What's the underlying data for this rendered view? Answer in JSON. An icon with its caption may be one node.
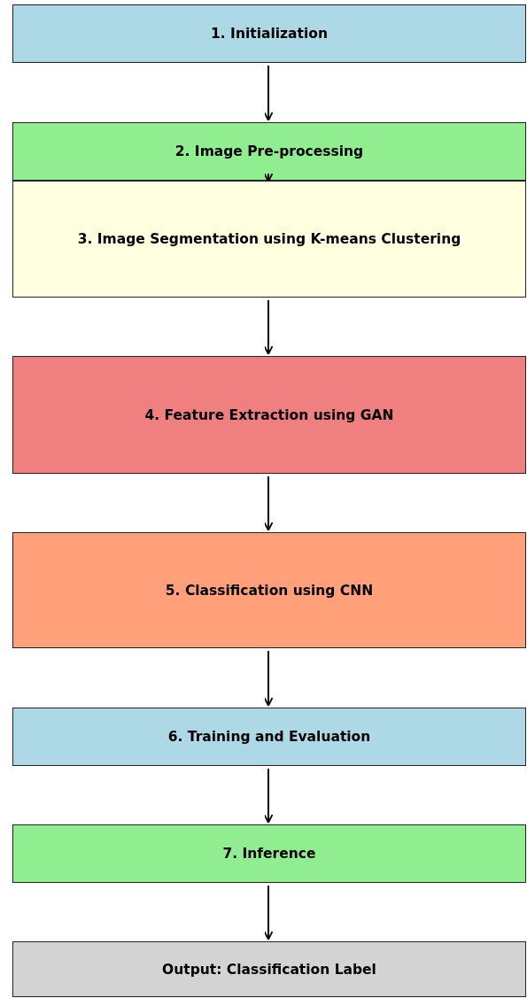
{
  "diagram": {
    "nodes": [
      {
        "text": [
          "1. Initialization"
        ]
      },
      {
        "text": [
          "2. Image Pre-processing"
        ]
      },
      {
        "text": [
          "3. Image Segmentation using K-means Clustering"
        ]
      },
      {
        "text": [
          "4. Feature Extraction using GAN"
        ]
      },
      {
        "text": [
          "5. Classification using CNN"
        ]
      },
      {
        "text": [
          "6. Training and Evaluation"
        ]
      },
      {
        "text": [
          "7. Inference"
        ]
      },
      {
        "text": [
          "Output: Classification Label"
        ]
      }
    ],
    "edges": [
      {
        "from": 0,
        "to": 1,
        "arrow": "to"
      },
      {
        "from": 1,
        "to": 2,
        "arrow": "to"
      },
      {
        "from": 2,
        "to": 3,
        "arrow": "to"
      },
      {
        "from": 3,
        "to": 4,
        "arrow": "to"
      },
      {
        "from": 4,
        "to": 5,
        "arrow": "to"
      },
      {
        "from": 5,
        "to": 6,
        "arrow": "to"
      },
      {
        "from": 6,
        "to": 7,
        "arrow": "to"
      }
    ]
  }
}
